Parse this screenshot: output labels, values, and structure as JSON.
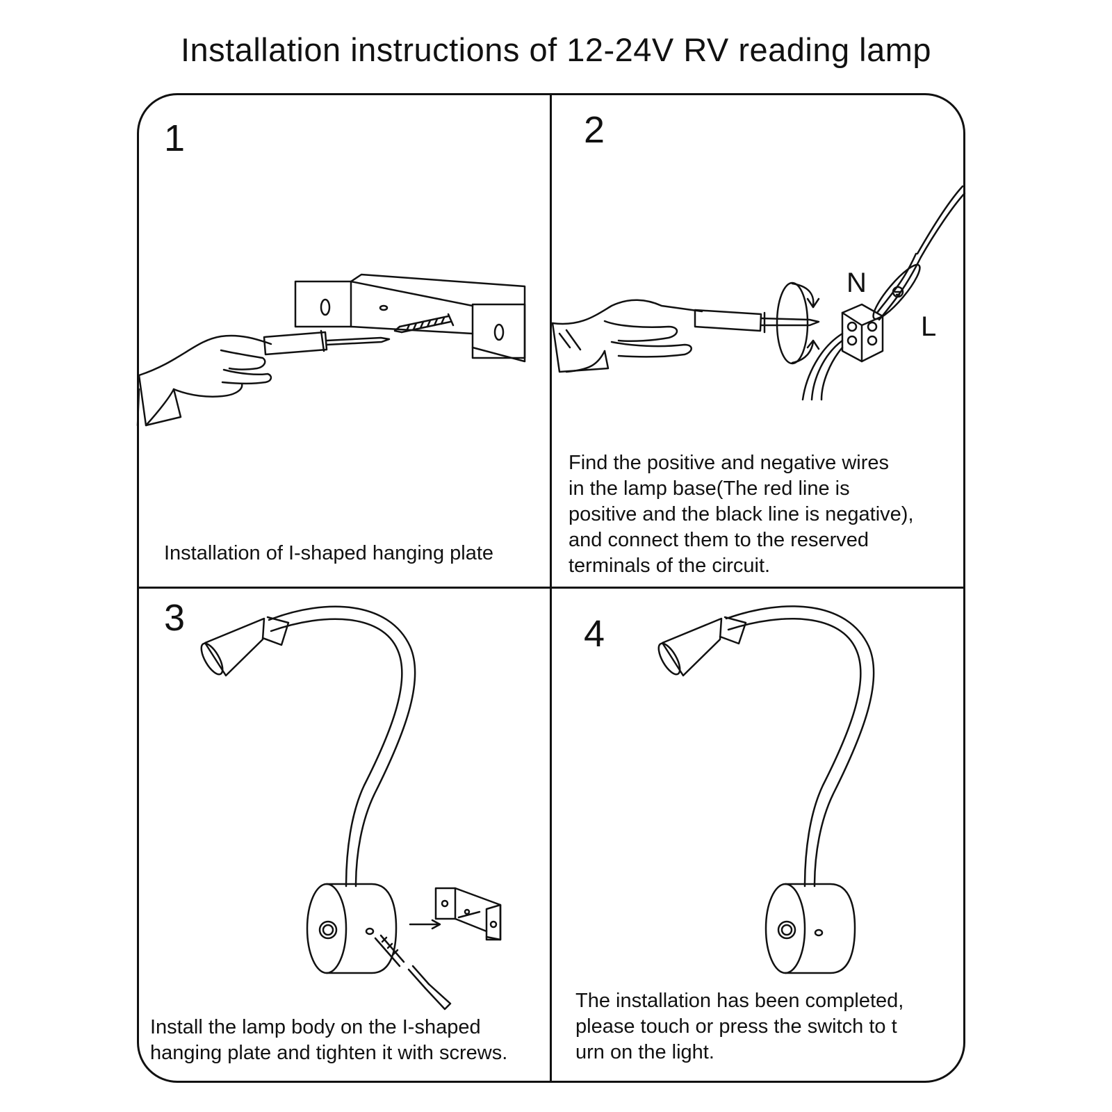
{
  "title": "Installation instructions of 12-24V RV reading lamp",
  "steps": [
    {
      "number": "1",
      "caption": "Installation of I-shaped hanging plate"
    },
    {
      "number": "2",
      "caption": "Find the positive and negative wires\nin the lamp base(The red line is\npositive and the black line is negative),\nand connect them to the reserved\nterminals of the circuit.",
      "labels": {
        "neutral": "N",
        "live": "L"
      }
    },
    {
      "number": "3",
      "caption": "Install the lamp body on the I-shaped\nhanging plate and tighten it with screws."
    },
    {
      "number": "4",
      "caption": "The installation has been completed,\nplease touch or press the switch to t\nurn on the light."
    }
  ]
}
